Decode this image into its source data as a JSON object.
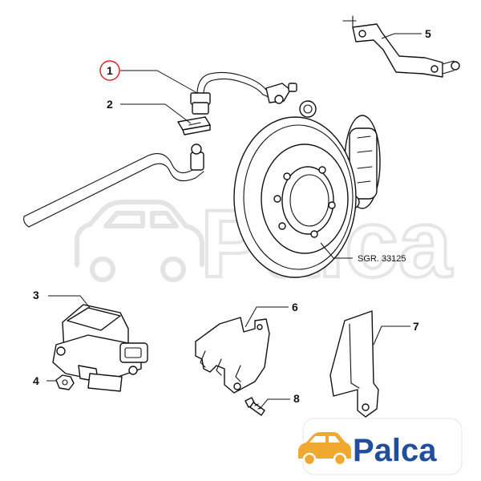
{
  "callouts": [
    {
      "id": "1",
      "label": "1"
    },
    {
      "id": "2",
      "label": "2"
    },
    {
      "id": "3",
      "label": "3"
    },
    {
      "id": "4",
      "label": "4"
    },
    {
      "id": "5",
      "label": "5"
    },
    {
      "id": "6",
      "label": "6"
    },
    {
      "id": "7",
      "label": "7"
    },
    {
      "id": "8",
      "label": "8"
    }
  ],
  "reference_label": "SGR. 33125",
  "logo": {
    "text": "Palca",
    "text_color": "#1f4e9c",
    "icon_color": "#f0a830",
    "icon": "car-icon"
  },
  "watermark": {
    "text": "Palca",
    "icon": "car-icon",
    "color": "#e4e4e4"
  },
  "highlight_color": "#d22a2a"
}
